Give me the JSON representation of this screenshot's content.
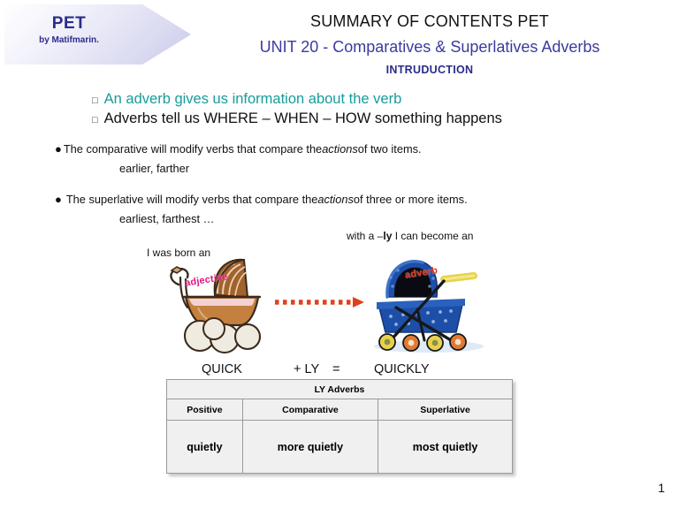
{
  "banner": {
    "title": "PET",
    "subtitle": "by Matifmarin.",
    "accent_color": "#2b2b8c"
  },
  "header": {
    "title": "SUMMARY OF CONTENTS PET",
    "subtitle": "UNIT 20 - Comparatives & Superlatives Adverbs",
    "section_label": "INTRUDUCTION",
    "subtitle_color": "#3b3b9e"
  },
  "square_bullets": {
    "marker": "□",
    "items": [
      {
        "text": "An adverb gives us information about the verb",
        "color": "#179c9c"
      },
      {
        "text": "Adverbs tell us WHERE – WHEN – HOW something happens",
        "color": "#111111"
      }
    ]
  },
  "comparative": {
    "marker": "●",
    "lead": "The comparative will modify verbs that compare the ",
    "emphasis": "actions",
    "tail": " of two items.",
    "examples": "earlier, farther"
  },
  "superlative": {
    "marker": "●",
    "lead": "The superlative will modify verbs that compare the ",
    "emphasis": "actions",
    "tail": " of three or more items.",
    "examples": "earliest, farthest …"
  },
  "illustration": {
    "caption_left": "I was born an",
    "caption_right_pre": "with a –",
    "caption_right_bold": "ly",
    "caption_right_post": " I can become an",
    "label_adjective": "adjective",
    "label_adverb": "adverb",
    "label_adjective_color": "#e2137e",
    "label_adverb_color": "#e03317",
    "arrow_color": "#e0401d"
  },
  "equation": {
    "word": "QUICK",
    "operator": "+ LY",
    "equals": "=",
    "result": "QUICKLY"
  },
  "table": {
    "title": "LY Adverbs",
    "headers": [
      "Positive",
      "Comparative",
      "Superlative"
    ],
    "row": [
      "quietly",
      "more quietly",
      "most quietly"
    ]
  },
  "footer": {
    "page_number": "1"
  }
}
